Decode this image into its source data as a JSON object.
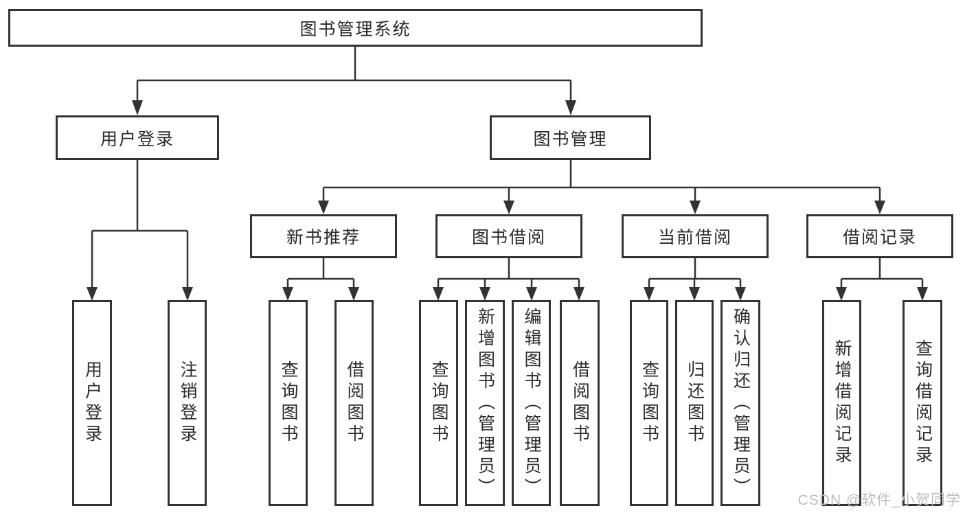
{
  "root": {
    "label": "图书管理系统"
  },
  "level2": [
    {
      "label": "用户登录"
    },
    {
      "label": "图书管理"
    }
  ],
  "level3": [
    {
      "label": "新书推荐"
    },
    {
      "label": "图书借阅"
    },
    {
      "label": "当前借阅"
    },
    {
      "label": "借阅记录"
    }
  ],
  "leaves": {
    "user_login": [
      {
        "label": "用户登录"
      },
      {
        "label": "注销登录"
      }
    ],
    "new_book": [
      {
        "label": "查询图书"
      },
      {
        "label": "借阅图书"
      }
    ],
    "book_borrow": [
      {
        "label": "查询图书"
      },
      {
        "label": "新增图书（管理员）"
      },
      {
        "label": "编辑图书（管理员）"
      },
      {
        "label": "借阅图书"
      }
    ],
    "current_borrow": [
      {
        "label": "查询图书"
      },
      {
        "label": "归还图书"
      },
      {
        "label": "确认归还（管理员）"
      }
    ],
    "borrow_record": [
      {
        "label": "新增借阅记录"
      },
      {
        "label": "查询借阅记录"
      }
    ]
  },
  "watermark": {
    "text": "CSDN @软件_小贺同学"
  },
  "colors": {
    "line": "#333333",
    "box_border": "#333333",
    "text": "#2b2b2b",
    "background": "#ffffff",
    "watermark": "#bdbdbd"
  }
}
